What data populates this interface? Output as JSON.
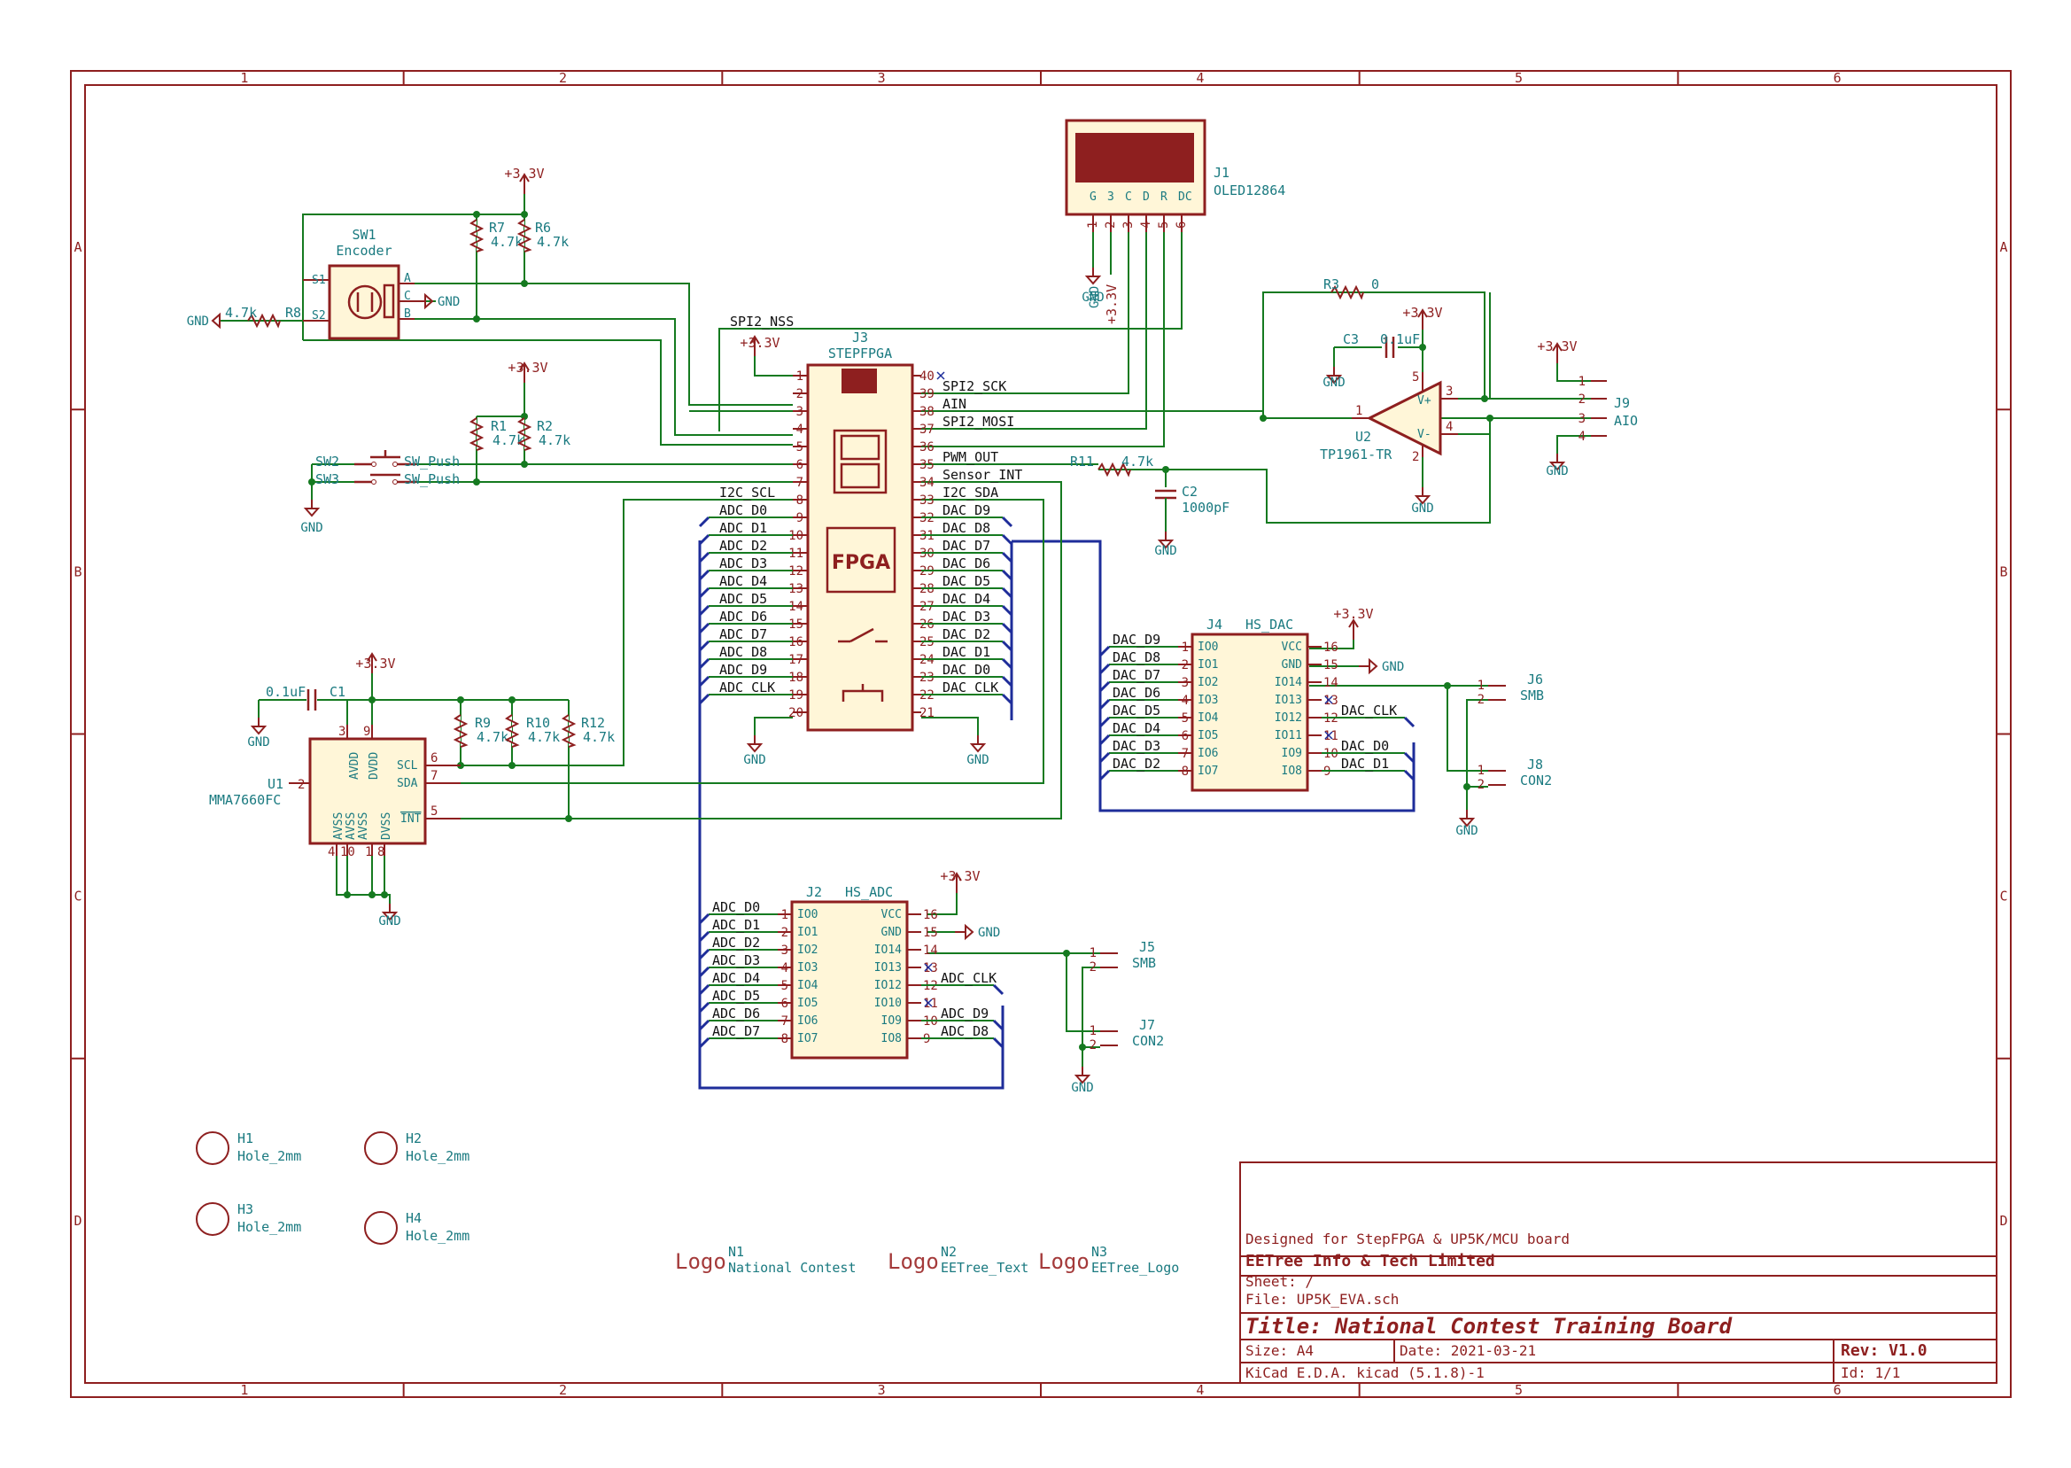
{
  "title_block": {
    "designed_for": "Designed for StepFPGA & UP5K/MCU board",
    "company": "EETree Info & Tech Limited",
    "sheet": "Sheet: /",
    "file": "File: UP5K_EVA.sch",
    "title": "Title: National Contest Training Board",
    "size": "Size: A4",
    "date": "Date: 2021-03-21",
    "rev": "Rev: V1.0",
    "tool": "KiCad E.D.A.  kicad (5.1.8)-1",
    "id": "Id: 1/1"
  },
  "ruler": {
    "columns": [
      "1",
      "2",
      "3",
      "4",
      "5",
      "6"
    ],
    "rows": [
      "A",
      "B",
      "C",
      "D"
    ]
  },
  "power": {
    "v33": "+3.3V",
    "gnd": "GND"
  },
  "J1": {
    "ref": "J1",
    "value": "OLED12864",
    "pin_names": [
      "G",
      "3",
      "C",
      "D",
      "R",
      "DC"
    ],
    "pin_nums": [
      "1",
      "2",
      "3",
      "4",
      "5",
      "6"
    ]
  },
  "J3": {
    "ref": "J3",
    "value": "STEPFPGA",
    "chip_label": "FPGA",
    "left_pins": [
      "1",
      "2",
      "3",
      "4",
      "5",
      "6",
      "7",
      "8",
      "9",
      "10",
      "11",
      "12",
      "13",
      "14",
      "15",
      "16",
      "17",
      "18",
      "19",
      "20"
    ],
    "right_pins": [
      "40",
      "39",
      "38",
      "37",
      "36",
      "35",
      "34",
      "33",
      "32",
      "31",
      "30",
      "29",
      "28",
      "27",
      "26",
      "25",
      "24",
      "23",
      "22",
      "21"
    ]
  },
  "nets": {
    "left": [
      "I2C_SCL",
      "ADC_D0",
      "ADC_D1",
      "ADC_D2",
      "ADC_D3",
      "ADC_D4",
      "ADC_D5",
      "ADC_D6",
      "ADC_D7",
      "ADC_D8",
      "ADC_D9",
      "ADC_CLK"
    ],
    "right": [
      "SPI2_SCK",
      "AIN",
      "SPI2_MOSI",
      "PWM_OUT",
      "Sensor_INT",
      "I2C_SDA",
      "DAC_D9",
      "DAC_D8",
      "DAC_D7",
      "DAC_D6",
      "DAC_D5",
      "DAC_D4",
      "DAC_D3",
      "DAC_D2",
      "DAC_D1",
      "DAC_D0",
      "DAC_CLK"
    ],
    "spi_nss": "SPI2_NSS"
  },
  "SW1": {
    "ref": "SW1",
    "value": "Encoder",
    "pins": [
      "S1",
      "S2",
      "A",
      "C",
      "B"
    ]
  },
  "SW2": {
    "ref": "SW2",
    "value": "SW_Push"
  },
  "SW3": {
    "ref": "SW3",
    "value": "SW_Push"
  },
  "resistors": [
    {
      "ref": "R7",
      "value": "4.7k"
    },
    {
      "ref": "R6",
      "value": "4.7k"
    },
    {
      "ref": "R8",
      "value": "4.7k"
    },
    {
      "ref": "R1",
      "value": "4.7k"
    },
    {
      "ref": "R2",
      "value": "4.7k"
    },
    {
      "ref": "R3",
      "value": "0"
    },
    {
      "ref": "R11",
      "value": "4.7k"
    },
    {
      "ref": "R9",
      "value": "4.7k"
    },
    {
      "ref": "R10",
      "value": "4.7k"
    },
    {
      "ref": "R12",
      "value": "4.7k"
    }
  ],
  "caps": [
    {
      "ref": "C1",
      "value": "0.1uF"
    },
    {
      "ref": "C2",
      "value": "1000pF"
    },
    {
      "ref": "C3",
      "value": "0.1uF"
    }
  ],
  "U1": {
    "ref": "U1",
    "value": "MMA7660FC",
    "pins": [
      "AVDD",
      "DVDD",
      "SCL",
      "SDA",
      "INT",
      "AVSS",
      "AVSS",
      "AVSS",
      "DVSS"
    ],
    "pin_nums": [
      "3",
      "9",
      "6",
      "7",
      "5",
      "2",
      "4",
      "10",
      "1",
      "8"
    ]
  },
  "U2": {
    "ref": "U2",
    "value": "TP1961-TR",
    "pin_nums": [
      "1",
      "3",
      "4",
      "5",
      "2"
    ]
  },
  "J9": {
    "ref": "J9",
    "value": "AIO",
    "pin_nums": [
      "1",
      "2",
      "3",
      "4"
    ]
  },
  "J4": {
    "ref": "J4",
    "value": "HS_DAC",
    "left_names": [
      "IO0",
      "IO1",
      "IO2",
      "IO3",
      "IO4",
      "IO5",
      "IO6",
      "IO7"
    ],
    "right_names": [
      "VCC",
      "GND",
      "IO14",
      "IO13",
      "IO12",
      "IO11",
      "IO9",
      "IO8"
    ],
    "left_nums": [
      "1",
      "2",
      "3",
      "4",
      "5",
      "6",
      "7",
      "8"
    ],
    "right_nums": [
      "16",
      "15",
      "14",
      "13",
      "12",
      "11",
      "10",
      "9"
    ],
    "left_nets": [
      "DAC_D9",
      "DAC_D8",
      "DAC_D7",
      "DAC_D6",
      "DAC_D5",
      "DAC_D4",
      "DAC_D3",
      "DAC_D2"
    ],
    "right_nets": [
      "DAC_CLK",
      "DAC_D0",
      "DAC_D1"
    ]
  },
  "J2": {
    "ref": "J2",
    "value": "HS_ADC",
    "left_names": [
      "IO0",
      "IO1",
      "IO2",
      "IO3",
      "IO4",
      "IO5",
      "IO6",
      "IO7"
    ],
    "right_names": [
      "VCC",
      "GND",
      "IO14",
      "IO13",
      "IO12",
      "IO10",
      "IO9",
      "IO8"
    ],
    "left_nums": [
      "1",
      "2",
      "3",
      "4",
      "5",
      "6",
      "7",
      "8"
    ],
    "right_nums": [
      "16",
      "15",
      "14",
      "13",
      "12",
      "11",
      "10",
      "9"
    ],
    "left_nets": [
      "ADC_D0",
      "ADC_D1",
      "ADC_D2",
      "ADC_D3",
      "ADC_D4",
      "ADC_D5",
      "ADC_D6",
      "ADC_D7"
    ],
    "right_nets": [
      "ADC_CLK",
      "ADC_D9",
      "ADC_D8"
    ]
  },
  "J5": {
    "ref": "J5",
    "value": "SMB"
  },
  "J6": {
    "ref": "J6",
    "value": "SMB"
  },
  "J7": {
    "ref": "J7",
    "value": "CON2"
  },
  "J8": {
    "ref": "J8",
    "value": "CON2"
  },
  "holes": [
    {
      "ref": "H1",
      "value": "Hole_2mm"
    },
    {
      "ref": "H2",
      "value": "Hole_2mm"
    },
    {
      "ref": "H3",
      "value": "Hole_2mm"
    },
    {
      "ref": "H4",
      "value": "Hole_2mm"
    }
  ],
  "logos": [
    {
      "ref": "N1",
      "label": "Logo",
      "value": "National Contest"
    },
    {
      "ref": "N2",
      "label": "Logo",
      "value": "EETree_Text"
    },
    {
      "ref": "N3",
      "label": "Logo",
      "value": "EETree_Logo"
    }
  ]
}
